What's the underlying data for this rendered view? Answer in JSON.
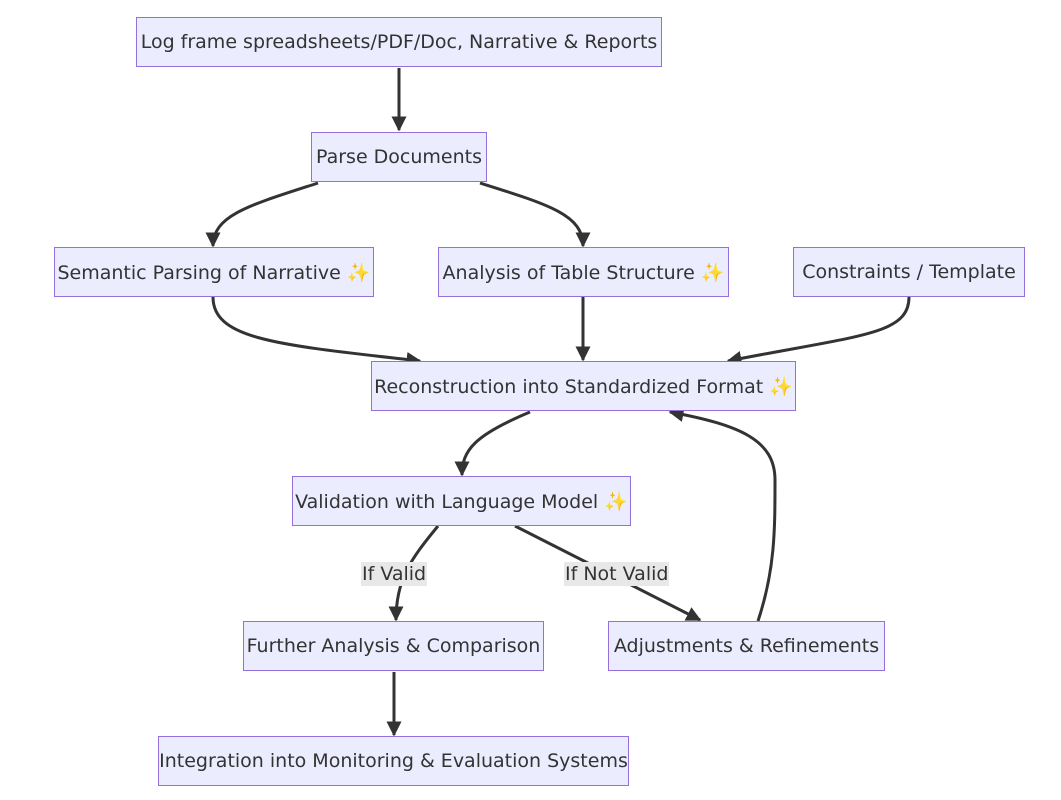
{
  "nodes": {
    "logframe": "Log frame spreadsheets/PDF/Doc, Narrative & Reports",
    "parse": "Parse Documents",
    "semantic": "Semantic Parsing of Narrative ✨",
    "table": "Analysis of Table Structure ✨",
    "constraints": "Constraints / Template",
    "reconstruction": "Reconstruction into Standardized Format ✨",
    "validation": "Validation with Language Model ✨",
    "further": "Further Analysis & Comparison",
    "adjustments": "Adjustments & Refinements",
    "integration": "Integration into Monitoring & Evaluation Systems"
  },
  "edge_labels": {
    "valid": "If Valid",
    "not_valid": "If Not Valid"
  },
  "colors": {
    "node_fill": "#ececff",
    "node_border": "#9370db",
    "edge": "#333333",
    "label_bg": "#e8e8e8"
  }
}
